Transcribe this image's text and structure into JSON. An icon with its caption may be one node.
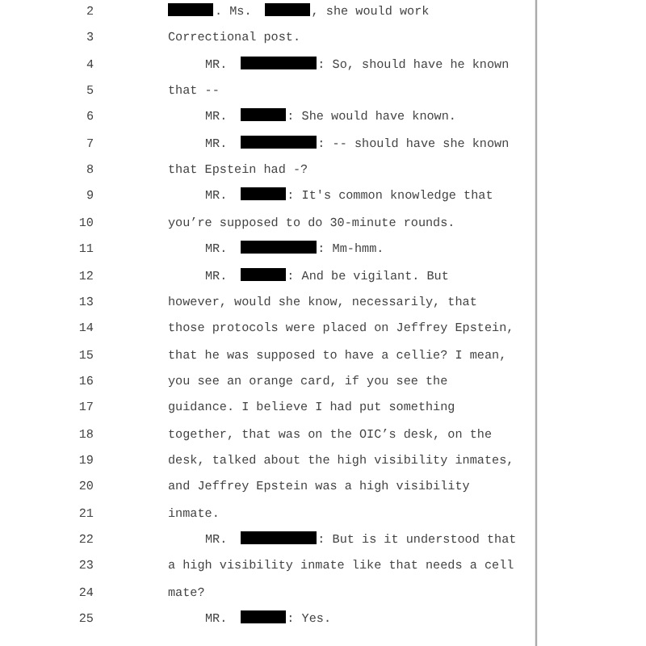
{
  "diagram": {
    "labels": [
      "2",
      ". Ms.",
      ", she would work",
      "3",
      "Correctional post.",
      "4",
      "MR.",
      ": So, should have he known",
      "5",
      "that --",
      "6",
      "MR.",
      ": She would have known.",
      "7",
      "MR.",
      ": -- should have she known",
      "8",
      "that Epstein had -?",
      "9",
      "MR.",
      ": It's common knowledge that",
      "10",
      "you’re supposed to do 30-minute rounds.",
      "11",
      "MR.",
      ": Mm-hmm.",
      "12",
      "MR.",
      ": And be vigilant. But",
      "13",
      "however, would she know, necessarily, that",
      "14",
      "those protocols were placed on Jeffrey Epstein,",
      "15",
      "that he was supposed to have a cellie? I mean,",
      "16",
      "you see an orange card, if you see the",
      "17",
      "guidance. I believe I had put something",
      "18",
      "together, that was on the OIC’s desk, on the",
      "19",
      "desk, talked about the high visibility inmates,",
      "20",
      "and Jeffrey Epstein was a high visibility",
      "21",
      "inmate.",
      "22",
      "MR.",
      ": But is it understood that",
      "23",
      "a high visibility inmate like that needs a cell",
      "24",
      "mate?",
      "25",
      "MR.",
      ": Yes."
    ]
  }
}
